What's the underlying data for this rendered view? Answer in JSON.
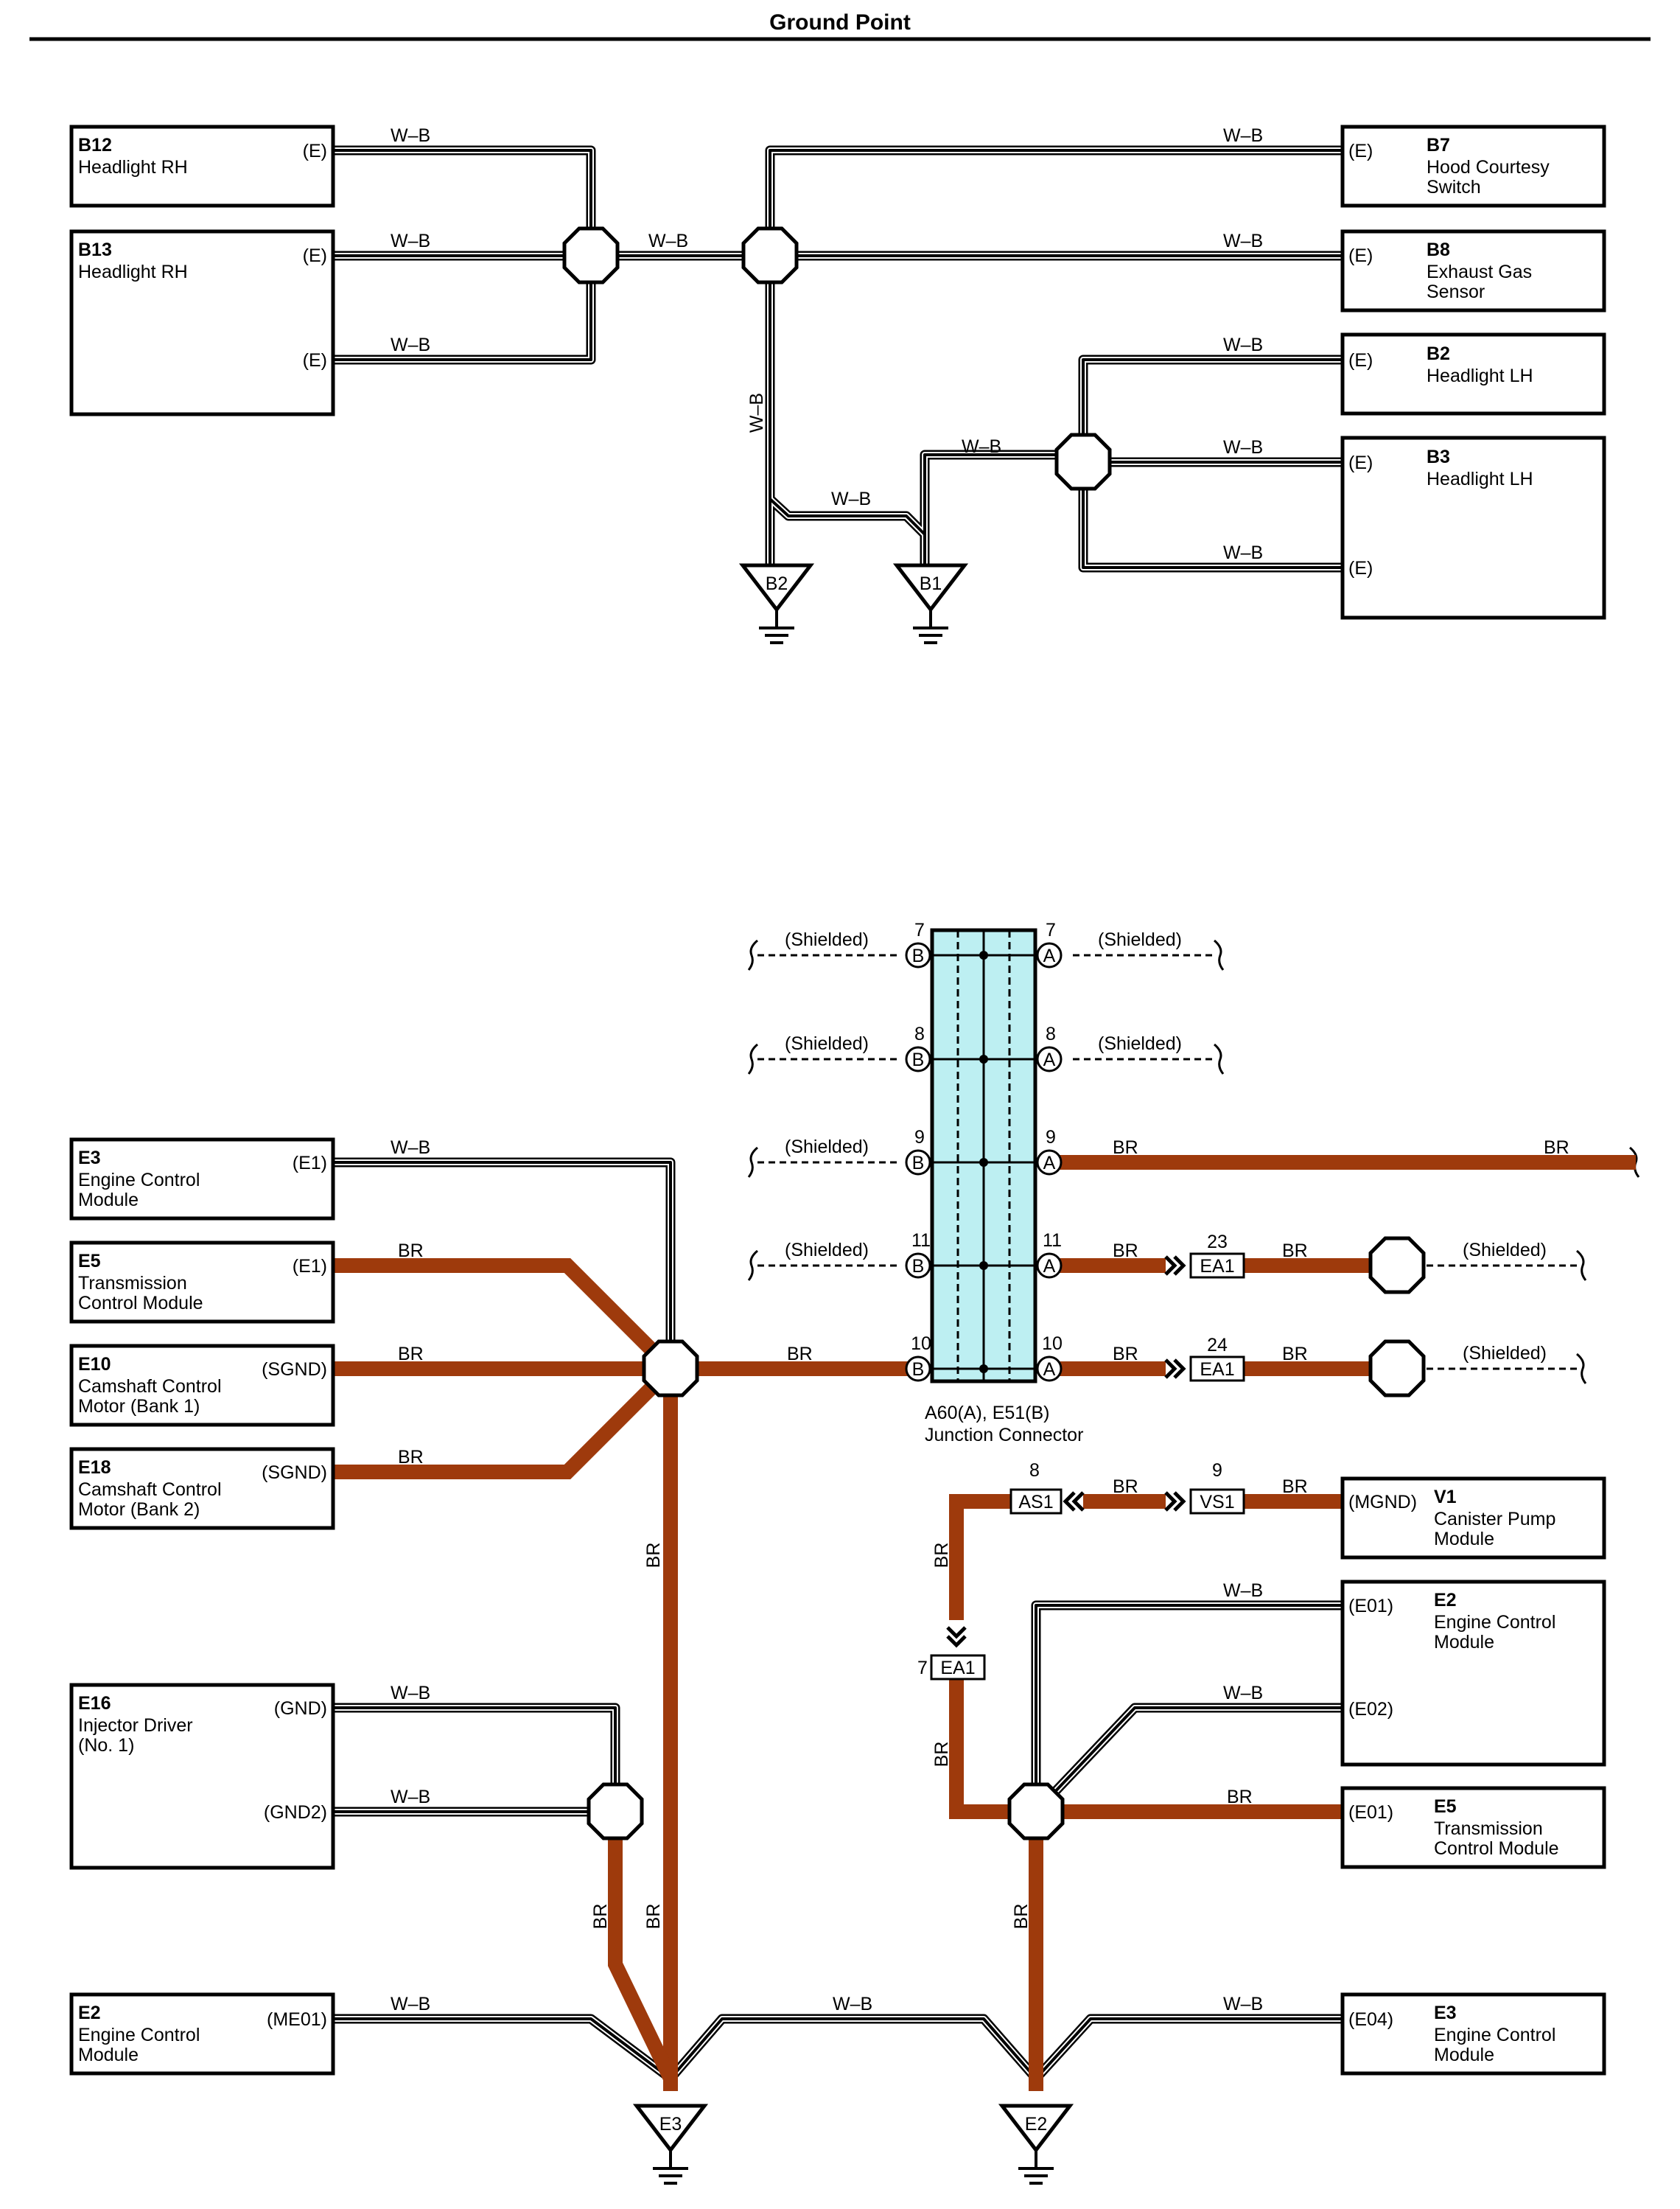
{
  "title": "Ground Point",
  "colors": {
    "wire_br": "#9e3a0c",
    "junction_fill": "#bdeff2",
    "wire_wb": "#000000"
  },
  "wire_labels": {
    "wb": "W–B",
    "br": "BR",
    "shielded": "(Shielded)"
  },
  "components": {
    "b12": {
      "code": "B12",
      "name": "Headlight RH",
      "pins": [
        "(E)"
      ]
    },
    "b13": {
      "code": "B13",
      "name": "Headlight RH",
      "pins": [
        "(E)",
        "(E)"
      ]
    },
    "b7": {
      "code": "B7",
      "name1": "Hood Courtesy",
      "name2": "Switch",
      "pins": [
        "(E)"
      ]
    },
    "b8": {
      "code": "B8",
      "name1": "Exhaust Gas",
      "name2": "Sensor",
      "pins": [
        "(E)"
      ]
    },
    "b2": {
      "code": "B2",
      "name": "Headlight LH",
      "pins": [
        "(E)"
      ]
    },
    "b3": {
      "code": "B3",
      "name": "Headlight LH",
      "pins": [
        "(E)",
        "(E)"
      ]
    },
    "e3a": {
      "code": "E3",
      "name1": "Engine Control",
      "name2": "Module",
      "pins": [
        "(E1)"
      ]
    },
    "e5a": {
      "code": "E5",
      "name1": "Transmission",
      "name2": "Control Module",
      "pins": [
        "(E1)"
      ]
    },
    "e10": {
      "code": "E10",
      "name1": "Camshaft Control",
      "name2": "Motor (Bank 1)",
      "pins": [
        "(SGND)"
      ]
    },
    "e18": {
      "code": "E18",
      "name1": "Camshaft Control",
      "name2": "Motor (Bank 2)",
      "pins": [
        "(SGND)"
      ]
    },
    "e16": {
      "code": "E16",
      "name1": "Injector Driver",
      "name2": "(No. 1)",
      "pins": [
        "(GND)",
        "(GND2)"
      ]
    },
    "e2a": {
      "code": "E2",
      "name1": "Engine Control",
      "name2": "Module",
      "pins": [
        "(ME01)"
      ]
    },
    "v1": {
      "code": "V1",
      "name1": "Canister Pump",
      "name2": "Module",
      "pins": [
        "(MGND)"
      ]
    },
    "e2b": {
      "code": "E2",
      "name1": "Engine Control",
      "name2": "Module",
      "pins": [
        "(E01)",
        "(E02)"
      ]
    },
    "e5b": {
      "code": "E5",
      "name1": "Transmission",
      "name2": "Control Module",
      "pins": [
        "(E01)"
      ]
    },
    "e3b": {
      "code": "E3",
      "name1": "Engine Control",
      "name2": "Module",
      "pins": [
        "(E04)"
      ]
    }
  },
  "grounds": {
    "b2": "B2",
    "b1": "B1",
    "e3": "E3",
    "e2": "E2"
  },
  "junction": {
    "title": "A60(A), E51(B)",
    "subtitle": "Junction Connector",
    "term_b": "B",
    "term_a": "A",
    "pins": [
      "7",
      "8",
      "9",
      "11",
      "10"
    ]
  },
  "inline": {
    "ea1_top": {
      "code": "EA1",
      "pin": "23"
    },
    "ea1_bot": {
      "code": "EA1",
      "pin": "24"
    },
    "as1": {
      "code": "AS1",
      "pin": "8"
    },
    "vs1": {
      "code": "VS1",
      "pin": "9"
    },
    "ea1_vert": {
      "code": "EA1",
      "pin": "7"
    }
  }
}
